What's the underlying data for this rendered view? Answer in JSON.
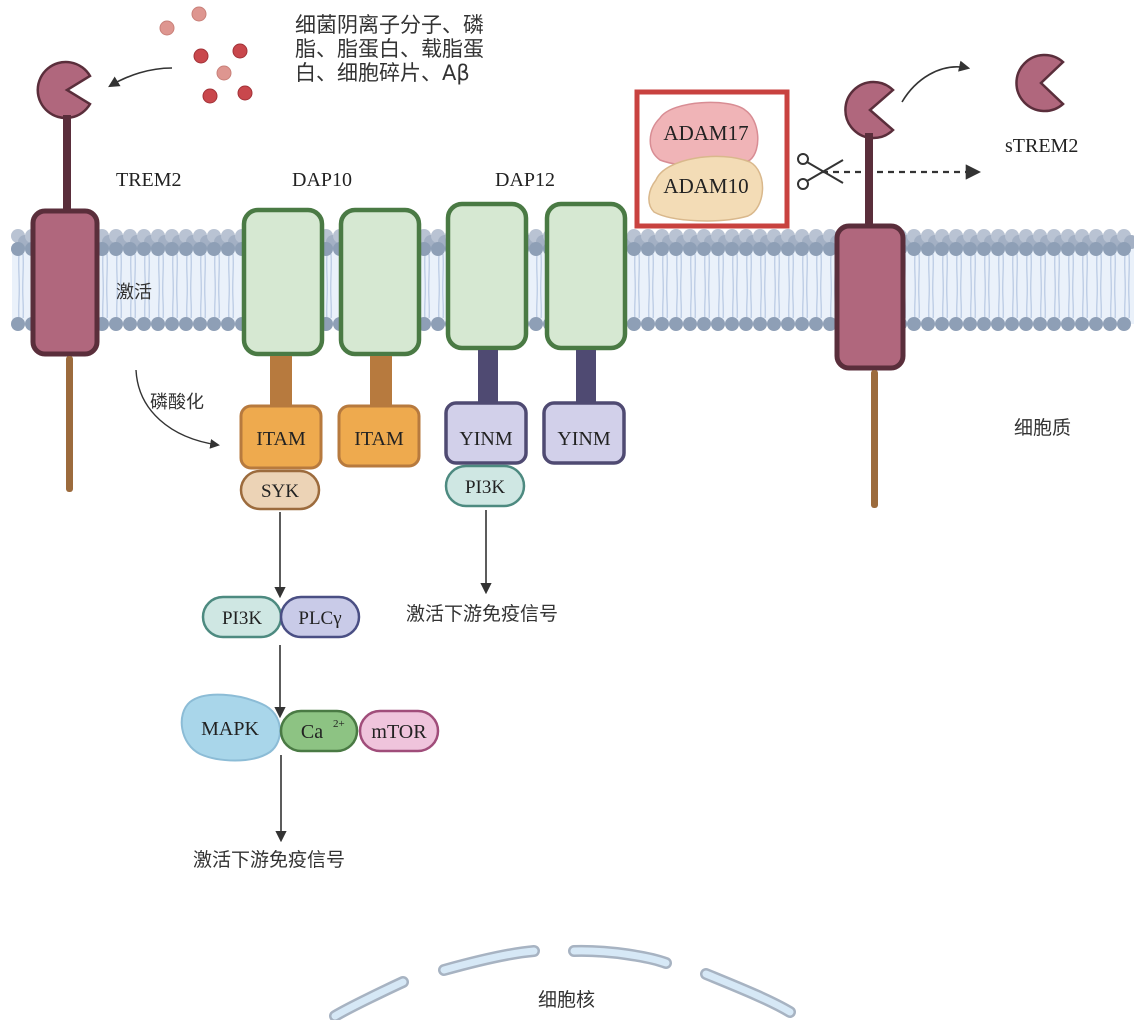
{
  "title": "TREM2 signaling pathway",
  "ligands": {
    "label_lines": [
      "细菌阴离子分子、磷",
      "脂、脂蛋白、载脂蛋",
      "白、细胞碎片、Aβ"
    ]
  },
  "receptors": {
    "trem2": "TREM2",
    "dap10": "DAP10",
    "dap12": "DAP12",
    "strem2": "sTREM2"
  },
  "proteases": {
    "adam17": "ADAM17",
    "adam10": "ADAM10"
  },
  "motifs": {
    "itam_1": "ITAM",
    "itam_2": "ITAM",
    "yinm_1": "YINM",
    "yinm_2": "YINM"
  },
  "kinases": {
    "syk": "SYK",
    "pi3k_dap12": "PI3K",
    "pi3k": "PI3K",
    "plcg": "PLCγ",
    "mapk": "MAPK",
    "ca": "Ca",
    "ca_sup": "2+",
    "mtor": "mTOR"
  },
  "annotations": {
    "activation": "激活",
    "phosphorylation": "磷酸化",
    "downstream_dap12": "激活下游免疫信号",
    "downstream_main": "激活下游免疫信号",
    "cytoplasm": "细胞质",
    "nucleus": "细胞核"
  },
  "colors": {
    "trem2_fill": "#b0677d",
    "trem2_stroke": "#5a2e3b",
    "dap_fill": "#d6e8d2",
    "dap_stroke": "#4a7a44",
    "itam_fill": "#eeaa4e",
    "itam_stroke": "#b77a3e",
    "yinm_fill": "#d2d0ea",
    "yinm_stroke": "#4f4a72",
    "adam_box": "#c8423f",
    "membrane_head": "#8e9fb6",
    "ligand_dark": "#c9474c",
    "ligand_light": "#de9690"
  }
}
